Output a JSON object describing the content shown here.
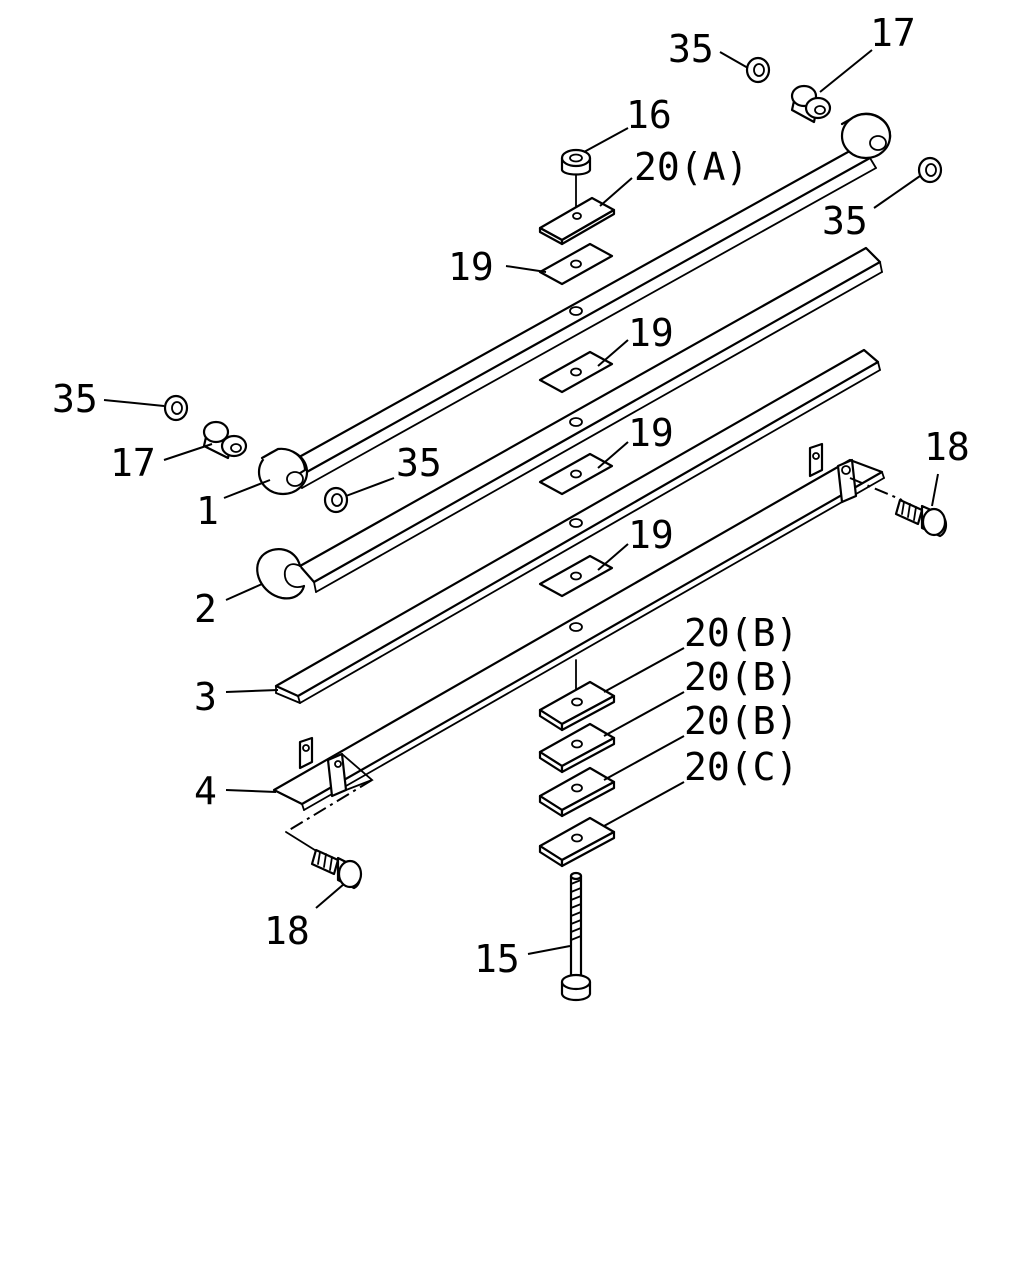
{
  "callouts": {
    "c35_top": "35",
    "c17_top": "17",
    "c16": "16",
    "c20A": "20(A)",
    "c35_right": "35",
    "c19_a": "19",
    "c19_b": "19",
    "c19_c": "19",
    "c19_d": "19",
    "c35_left": "35",
    "c17_left": "17",
    "c1": "1",
    "c35_mid": "35",
    "c18_right": "18",
    "c2": "2",
    "c3": "3",
    "c20B_1": "20(B)",
    "c20B_2": "20(B)",
    "c20B_3": "20(B)",
    "c20C": "20(C)",
    "c4": "4",
    "c18_left": "18",
    "c15": "15"
  }
}
